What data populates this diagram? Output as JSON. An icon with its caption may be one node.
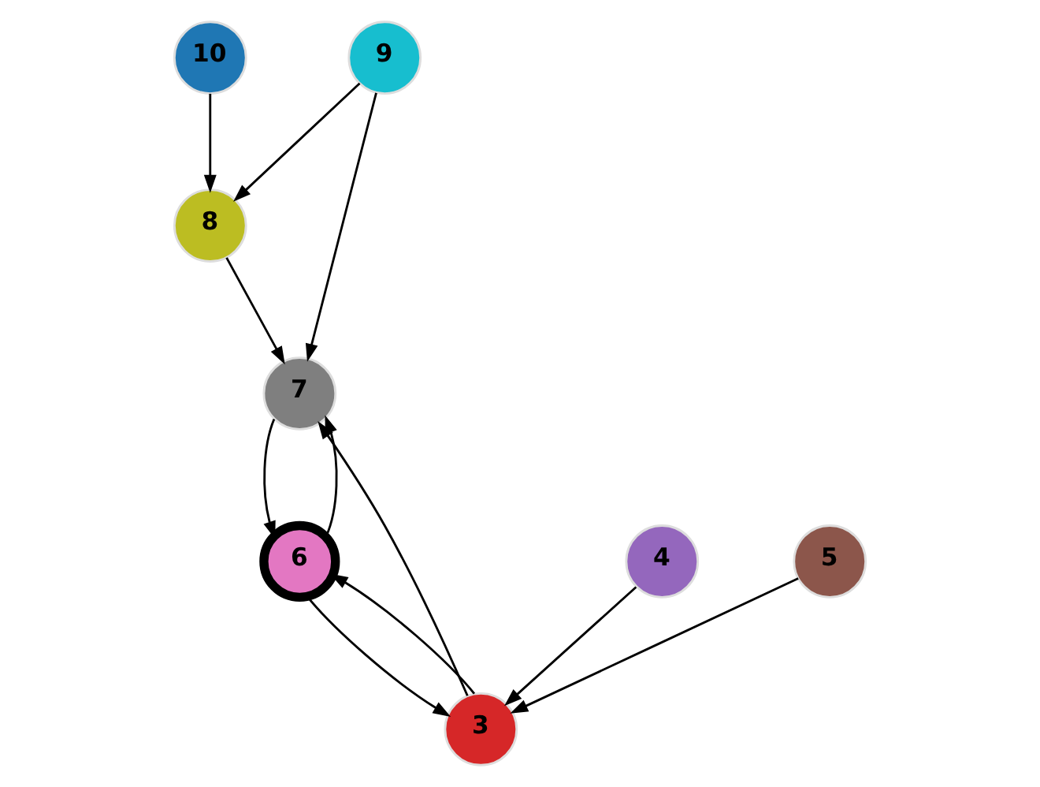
{
  "diagram": {
    "nodes": [
      {
        "text": [
          "10"
        ]
      },
      {
        "text": [
          "9"
        ]
      },
      {
        "text": [
          "8"
        ]
      },
      {
        "text": [
          "7"
        ]
      },
      {
        "text": [
          "4"
        ]
      },
      {
        "text": [
          "3"
        ]
      },
      {
        "text": [
          "6"
        ]
      },
      {
        "text": [
          "5"
        ]
      }
    ],
    "edges": [
      {
        "from": 0,
        "to": 2,
        "arrow": "to"
      },
      {
        "from": 1,
        "to": 2,
        "arrow": "to"
      },
      {
        "from": 1,
        "to": 3,
        "arrow": "to"
      },
      {
        "from": 2,
        "to": 3,
        "arrow": "to"
      },
      {
        "from": 4,
        "to": 5,
        "arrow": "to"
      },
      {
        "from": 7,
        "to": 5,
        "arrow": "to"
      },
      {
        "from": 5,
        "to": 3,
        "arrow": "to"
      },
      {
        "from": 5,
        "to": 6,
        "arrow": "to"
      },
      {
        "from": 6,
        "to": 5,
        "arrow": "to"
      },
      {
        "from": 3,
        "to": 6,
        "arrow": "to"
      },
      {
        "from": 6,
        "to": 3,
        "arrow": "to"
      }
    ]
  }
}
